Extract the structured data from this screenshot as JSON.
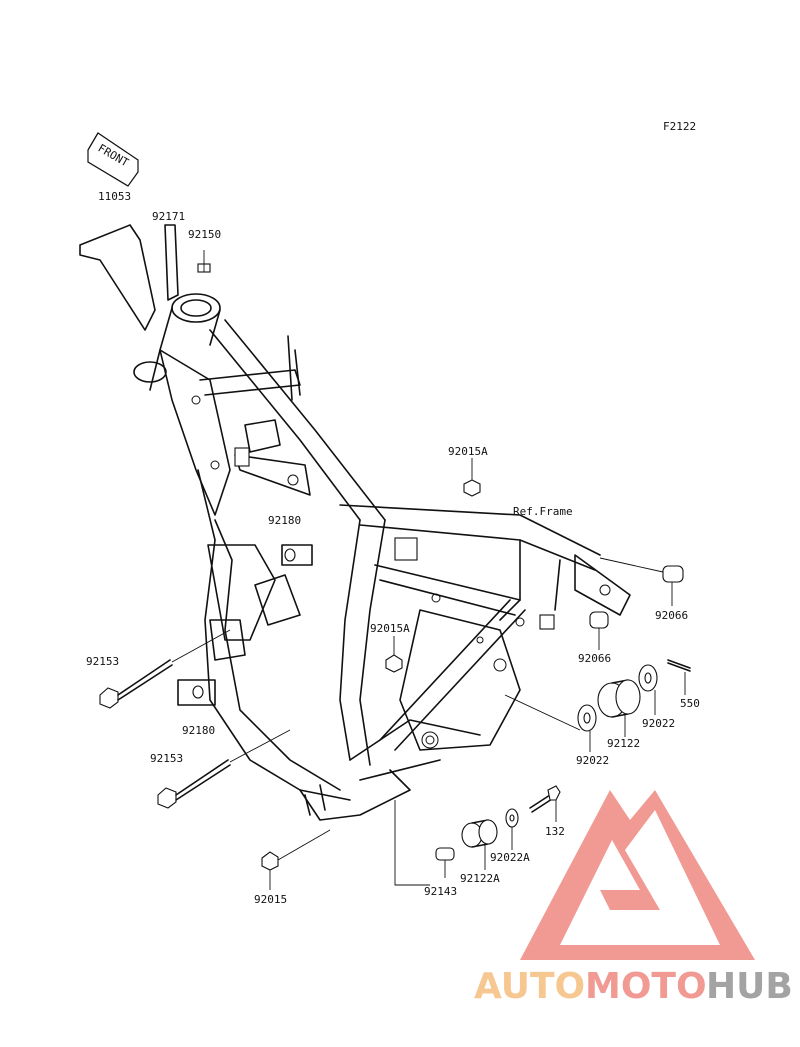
{
  "figure_code": "F2122",
  "front_label": "FRONT",
  "ref_frame_label": "Ref.Frame",
  "parts": [
    {
      "id": "11053",
      "label": "11053"
    },
    {
      "id": "92171",
      "label": "92171"
    },
    {
      "id": "92150",
      "label": "92150"
    },
    {
      "id": "92015A_top",
      "label": "92015A"
    },
    {
      "id": "92180_top",
      "label": "92180"
    },
    {
      "id": "92066_a",
      "label": "92066"
    },
    {
      "id": "92066_b",
      "label": "92066"
    },
    {
      "id": "92015A_mid",
      "label": "92015A"
    },
    {
      "id": "92153_top",
      "label": "92153"
    },
    {
      "id": "92180_bot",
      "label": "92180"
    },
    {
      "id": "550",
      "label": "550"
    },
    {
      "id": "92022_r",
      "label": "92022"
    },
    {
      "id": "92122",
      "label": "92122"
    },
    {
      "id": "92022_l",
      "label": "92022"
    },
    {
      "id": "92153_bot",
      "label": "92153"
    },
    {
      "id": "132",
      "label": "132"
    },
    {
      "id": "92022A",
      "label": "92022A"
    },
    {
      "id": "92122A",
      "label": "92122A"
    },
    {
      "id": "92143",
      "label": "92143"
    },
    {
      "id": "92015",
      "label": "92015"
    }
  ],
  "watermark": {
    "text_auto": "AUTO",
    "text_moto": "MOTO",
    "text_hub": "HUB",
    "colors": {
      "logo": "#f08f88",
      "auto": "#f7c287",
      "moto": "#f08f88",
      "hub": "#9a9a9a"
    }
  }
}
